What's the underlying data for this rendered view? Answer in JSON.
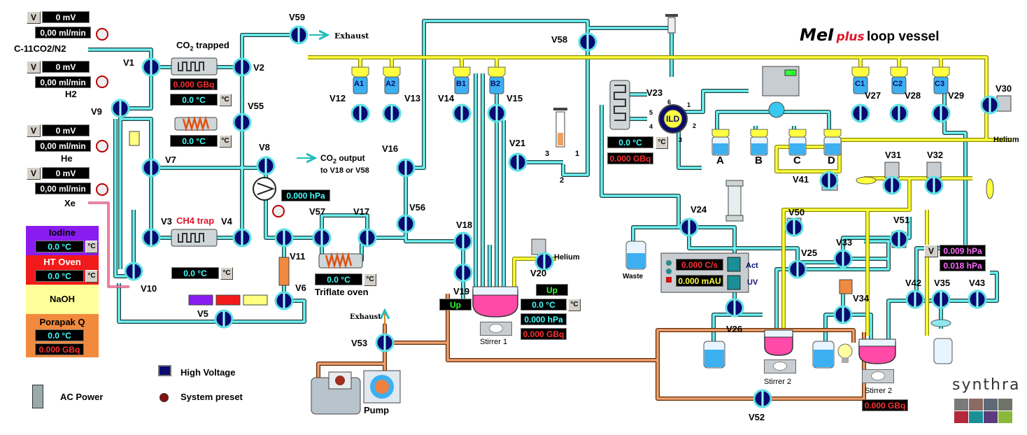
{
  "title": {
    "main": "MeI",
    "plus": "plus",
    "suffix": "loop vessel"
  },
  "brand": "synthra",
  "brand_colors": [
    "#7a7a7a",
    "#8c6a62",
    "#5f6a78",
    "#6f7468",
    "#b5273b",
    "#1a8f96",
    "#5b3a7e",
    "#8bb83a"
  ],
  "gas_inputs": [
    {
      "v": "V",
      "mv": "0 mV",
      "flow": "0,00 ml/min",
      "label": "C-11CO2/N2"
    },
    {
      "v": "V",
      "mv": "0 mV",
      "flow": "0,00 ml/min",
      "label": "H2"
    },
    {
      "v": "V",
      "mv": "0 mV",
      "flow": "0,00 ml/min",
      "label": "He"
    },
    {
      "v": "V",
      "mv": "0 mV",
      "flow": "0,00 ml/min",
      "label": "Xe"
    }
  ],
  "ovens": [
    {
      "name": "Iodine",
      "temp": "0.0 °C",
      "unit": "°C",
      "color": "#8a1cf0"
    },
    {
      "name": "HT Oven",
      "temp": "0.0 °C",
      "unit": "°C",
      "color": "#f21a1a"
    },
    {
      "name": "NaOH",
      "color": "#ffff99"
    },
    {
      "name": "Porapak Q",
      "temp": "0.0 °C",
      "activity": "0.000 GBq",
      "color": "#f28a3e"
    }
  ],
  "legend": {
    "high_voltage": "High Voltage",
    "ac_power": "AC Power",
    "system_preset": "System preset"
  },
  "co2_trap": {
    "label": "CO",
    "sub": "2",
    "label2": " trapped",
    "activity": "0.000 GBq",
    "temp": "0.0 °C",
    "unit": "°C"
  },
  "v55_heater": {
    "temp": "0.0 °C",
    "unit": "°C"
  },
  "ch4_trap": {
    "label": "CH4 trap",
    "temp": "0.0 °C",
    "unit": "°C"
  },
  "pressure_main": "0.000 hPa",
  "co2_output": {
    "line1a": "CO",
    "line1sub": "2",
    "line1b": " output",
    "line2": "to V18 or V58"
  },
  "exhaust": [
    "Exhaust",
    "Exhaust"
  ],
  "triflate": {
    "temp": "0.0 °C",
    "unit": "°C",
    "label": "Triflate oven"
  },
  "reactor1": {
    "state": "Up",
    "state2": "Up",
    "temp": "0.0 °C",
    "unit": "°C",
    "pressure": "0.000 hPa",
    "activity": "0.000 GBq",
    "stirrer": "Stirrer 1"
  },
  "helium": [
    "Helium",
    "Helium"
  ],
  "pump": "Pump",
  "reagents_top": [
    "A1",
    "A2",
    "B1",
    "B2",
    "C1",
    "C2",
    "C3"
  ],
  "reagents_bottom": [
    "A",
    "B",
    "C",
    "D"
  ],
  "loop": {
    "temp": "0.0 °C",
    "unit": "°C",
    "activity": "0.000 GBq",
    "ild": "ILD",
    "ports": [
      "6",
      "1",
      "5",
      "2",
      "4",
      "3"
    ]
  },
  "syringe_ports": [
    "3",
    "1",
    "2"
  ],
  "hplc": {
    "rate": "0.000 C/s",
    "uv": "0.000 mAU",
    "act": "Act",
    "uvlabel": "UV"
  },
  "waste": "Waste",
  "pressure_right": {
    "v": "V",
    "p1": "0.009 hPa",
    "p2": "0.018 hPa"
  },
  "stirrer2a": "Stirrer 2",
  "stirrer2b": "Stirrer 2",
  "final_activity": "0.000 GBq",
  "valves": [
    "V1",
    "V2",
    "V9",
    "V55",
    "V7",
    "V8",
    "V59",
    "V3",
    "V4",
    "V10",
    "V5",
    "V6",
    "V11",
    "V57",
    "V17",
    "V56",
    "V16",
    "V58",
    "V12",
    "V13",
    "V14",
    "V15",
    "V21",
    "V18",
    "V19",
    "V20",
    "V53",
    "V52",
    "V23",
    "V24",
    "V25",
    "V26",
    "V27",
    "V28",
    "V29",
    "V30",
    "V31",
    "V32",
    "V33",
    "V34",
    "V35",
    "V41",
    "V42",
    "V43",
    "V50",
    "V51"
  ]
}
